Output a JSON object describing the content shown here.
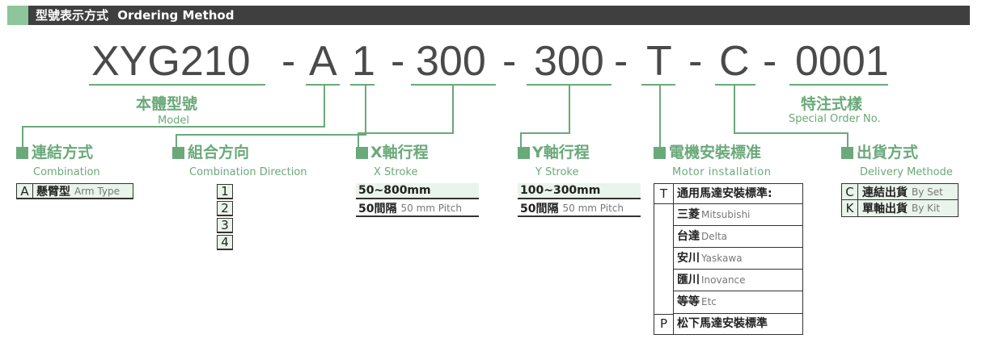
{
  "header": {
    "title_cn": "型號表示方式",
    "title_en": "Ordering Method"
  },
  "code": {
    "model": "XYG210",
    "dash1": "-",
    "combination": "A",
    "direction": "1",
    "dash2": "-",
    "x_stroke": "300",
    "dash3": "-",
    "y_stroke": "300",
    "dash4": "-",
    "motor": "T",
    "dash5": "-",
    "delivery": "C",
    "dash6": "-",
    "special": "0001"
  },
  "labels": {
    "model_cn": "本體型號",
    "model_en": "Model",
    "special_cn": "特注式樣",
    "special_en": "Special Order No."
  },
  "groups": {
    "combination": {
      "title": "連結方式",
      "sub": "Combination",
      "rows": [
        {
          "letter": "A",
          "cn": "懸臂型",
          "en": "Arm Type"
        }
      ]
    },
    "direction": {
      "title": "組合方向",
      "sub": "Combination Direction",
      "options": [
        "1",
        "2",
        "3",
        "4"
      ]
    },
    "x_stroke": {
      "title": "X軸行程",
      "sub": "X Stroke",
      "range": "50~800mm",
      "pitch_cn": "50間隔",
      "pitch_en": "50 mm Pitch"
    },
    "y_stroke": {
      "title": "Y軸行程",
      "sub": "Y Stroke",
      "range": "100~300mm",
      "pitch_cn": "50間隔",
      "pitch_en": "50 mm Pitch"
    },
    "motor": {
      "title": "電機安裝標准",
      "sub": "Motor installation",
      "t_letter": "T",
      "t_text": "通用馬達安裝標準:",
      "brands": [
        {
          "cn": "三菱",
          "en": "Mitsubishi"
        },
        {
          "cn": "台達",
          "en": "Delta"
        },
        {
          "cn": "安川",
          "en": "Yaskawa"
        },
        {
          "cn": "匯川",
          "en": "Inovance"
        },
        {
          "cn": "等等",
          "en": "Etc"
        }
      ],
      "p_letter": "P",
      "p_text": "松下馬達安裝標準"
    },
    "delivery": {
      "title": "出貨方式",
      "sub": "Delivery Methode",
      "rows": [
        {
          "letter": "C",
          "cn": "連結出貨",
          "en": "By Set"
        },
        {
          "letter": "K",
          "cn": "單軸出貨",
          "en": "By Kit"
        }
      ]
    }
  },
  "colors": {
    "accent": "#6aa979",
    "header_bg": "#3f3f3f",
    "header_square": "#8cc69a",
    "pale": "#e9f4ea"
  }
}
